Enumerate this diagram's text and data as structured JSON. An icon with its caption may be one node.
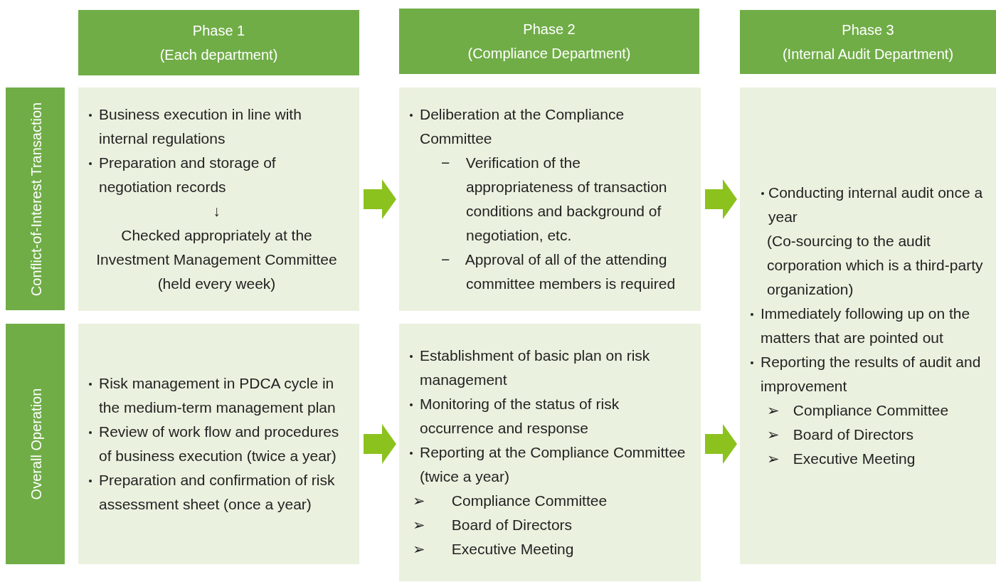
{
  "diagram": {
    "nodes": [
      {
        "text": [
          "Phase 1 (Each department)"
        ]
      },
      {
        "text": [
          "Phase 2 (Compliance Department)"
        ]
      },
      {
        "text": [
          "Phase 3 (Internal Audit Department)"
        ]
      },
      {
        "text": [
          "Conflict-of-Interest Transaction"
        ]
      },
      {
        "text": [
          "Overall Operation"
        ]
      },
      {
        "text": [
          "Business execution in line with internal regulations",
          "Preparation and storage of negotiation records",
          "↓",
          "Checked appropriately at the Investment Management Committee (held every week)"
        ]
      },
      {
        "text": [
          "Deliberation at the Compliance Committee",
          "− Verification of the appropriateness of transaction conditions and background of negotiation, etc.",
          "− Approval of all of the attending committee members is required"
        ]
      },
      {
        "text": [
          "Conducting internal audit once a year",
          "(Co-sourcing to the audit corporation which is a third-party organization)",
          "Immediately following up on the matters that are pointed out",
          "Reporting the results of audit and improvement",
          "➢ Compliance Committee",
          "➢ Board of Directors",
          "➢ Executive Meeting"
        ]
      },
      {
        "text": [
          "Risk management in PDCA cycle in the medium-term management plan",
          "Review of work flow and procedures of business execution (twice a year)",
          "Preparation and confirmation of risk assessment sheet (once a year)"
        ]
      },
      {
        "text": [
          "Establishment of basic plan on risk management",
          "Monitoring of the status of risk occurrence and response",
          "Reporting at the Compliance Committee (twice a year)",
          "➢ Compliance Committee",
          "➢ Board of Directors",
          "➢ Executive Meeting"
        ]
      }
    ],
    "edges": [
      {
        "from": 5,
        "to": 6,
        "arrow": "to",
        "style": "thick"
      },
      {
        "from": 6,
        "to": 7,
        "arrow": "to",
        "style": "thick"
      },
      {
        "from": 8,
        "to": 9,
        "arrow": "to",
        "style": "thick"
      },
      {
        "from": 9,
        "to": 7,
        "arrow": "to",
        "style": "thick"
      }
    ]
  }
}
